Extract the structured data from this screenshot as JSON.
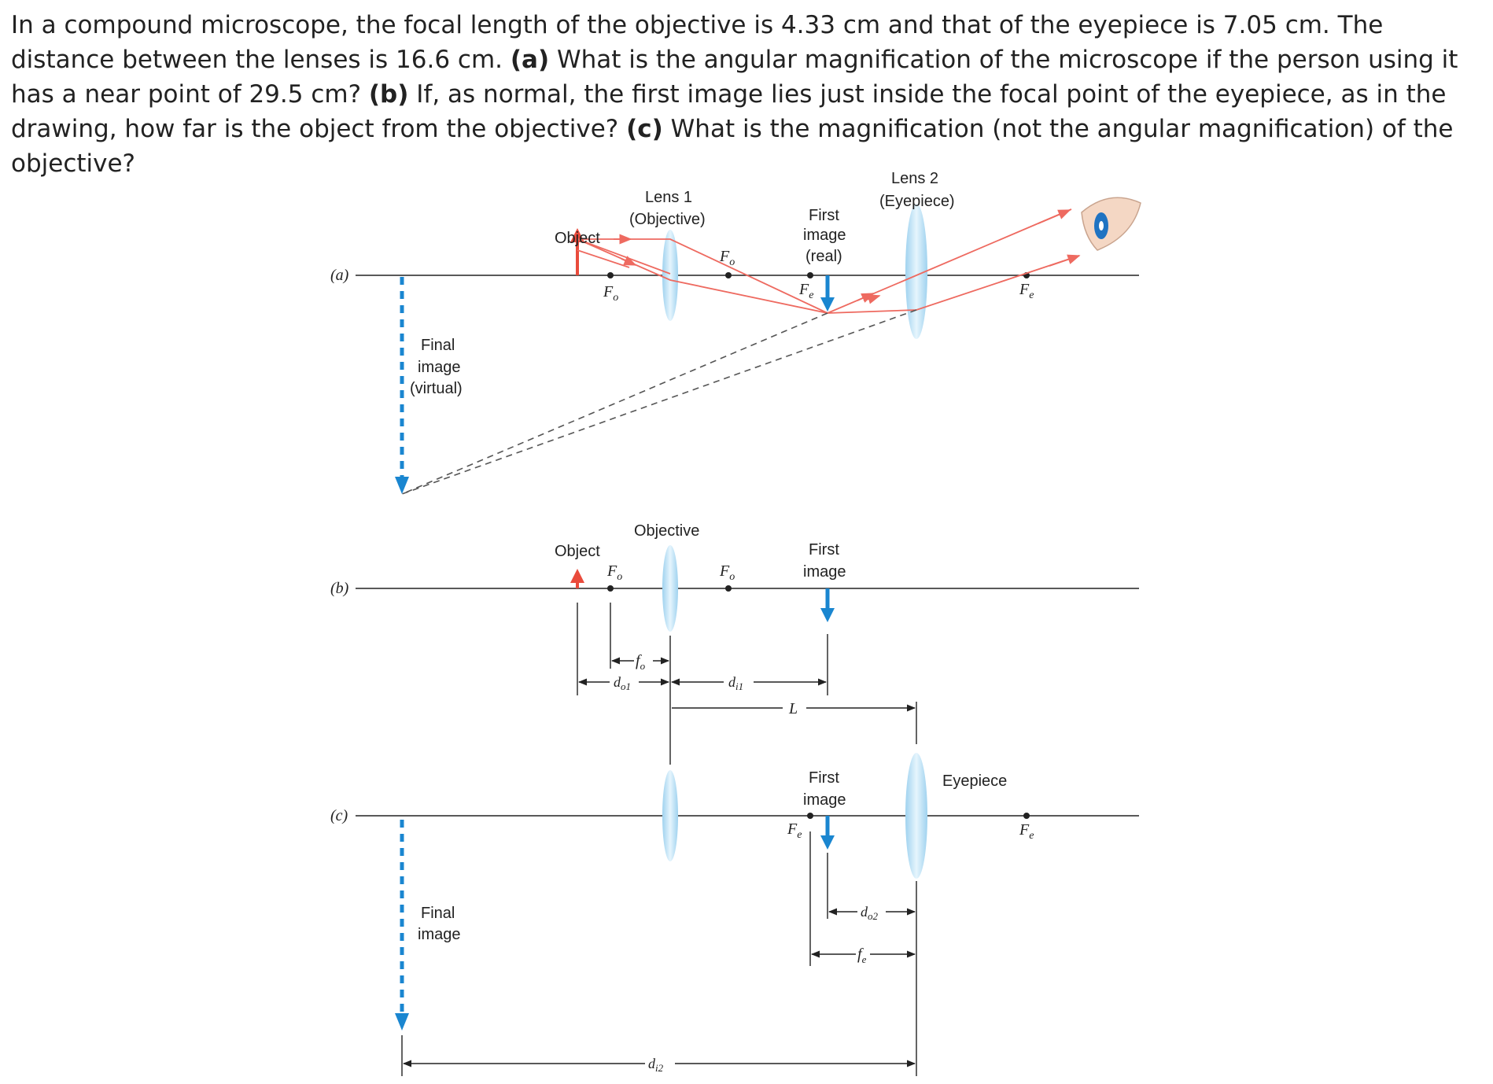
{
  "question": {
    "s1": "In a compound microscope, the focal length of the objective is 4.33 cm and that of the eyepiece is 7.05 cm. The distance between the lenses is 16.6 cm. ",
    "a_tag": "(a)",
    "s2": " What is the angular magnification of the microscope if the person using it has a near point of 29.5 cm? ",
    "b_tag": "(b)",
    "s3": " If, as normal, the first image lies just inside the focal point of the eyepiece, as in the drawing, how far is the object from the objective? ",
    "c_tag": "(c)",
    "s4": " What is the magnification (not the angular magnification) of the objective?"
  },
  "panel_a": {
    "tag": "(a)",
    "object": "Object",
    "lens1_line1": "Lens 1",
    "lens1_line2": "(Objective)",
    "lens2_line1": "Lens 2",
    "lens2_line2": "(Eyepiece)",
    "first_image_1": "First",
    "first_image_2": "image",
    "first_image_3": "(real)",
    "final_1": "Final",
    "final_2": "image",
    "final_3": "(virtual)",
    "fo": "F",
    "fo_sub": "o",
    "fe": "F",
    "fe_sub": "e"
  },
  "panel_b": {
    "tag": "(b)",
    "object": "Object",
    "objective": "Objective",
    "first_image_1": "First",
    "first_image_2": "image",
    "fo": "F",
    "fo_sub": "o",
    "f_o": "f",
    "d_o1": "d",
    "d_o1_sub": "o1",
    "d_i1": "d",
    "d_i1_sub": "i1",
    "L": "L"
  },
  "panel_c": {
    "tag": "(c)",
    "first_image_1": "First",
    "first_image_2": "image",
    "eyepiece": "Eyepiece",
    "final_1": "Final",
    "final_2": "image",
    "fe": "F",
    "fe_sub": "e",
    "d_o2": "d",
    "d_o2_sub": "o2",
    "f_e": "f",
    "d_i2": "d",
    "d_i2_sub": "i2"
  },
  "colors": {
    "ray": "#ee6a60",
    "object_arrow": "#e94b3c",
    "image_arrow": "#1a86d0",
    "lens": "#bfe3f7"
  }
}
